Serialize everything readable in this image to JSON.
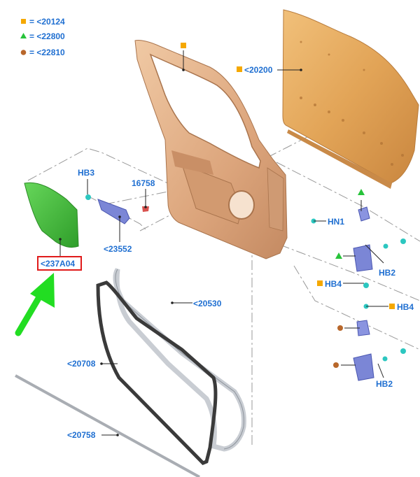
{
  "legend": [
    {
      "symbol": "square",
      "label": "= <20124"
    },
    {
      "symbol": "triangle",
      "label": "= <22800"
    },
    {
      "symbol": "circle",
      "label": "= <22810"
    }
  ],
  "labels": {
    "l20200": "<20200",
    "hb3": "HB3",
    "l16758": "16758",
    "l23552": "<23552",
    "hn1": "HN1",
    "hb2a": "HB2",
    "hb4a": "HB4",
    "hb4b": "HB4",
    "hb2b": "HB2",
    "l237a04": "<237A04",
    "l20530": "<20530",
    "l20708": "<20708",
    "l20758": "<20758"
  },
  "colors": {
    "label_blue": "#1f6fd1",
    "square_orange": "#f5a800",
    "triangle_green": "#27c33a",
    "circle_brown": "#b8672b",
    "highlight_red": "#e01b1b",
    "arrow_green": "#22dd22",
    "panel_green": "#3dbd3a",
    "door_tan": "#e2b38b",
    "skin_orange": "#e6a45a"
  }
}
